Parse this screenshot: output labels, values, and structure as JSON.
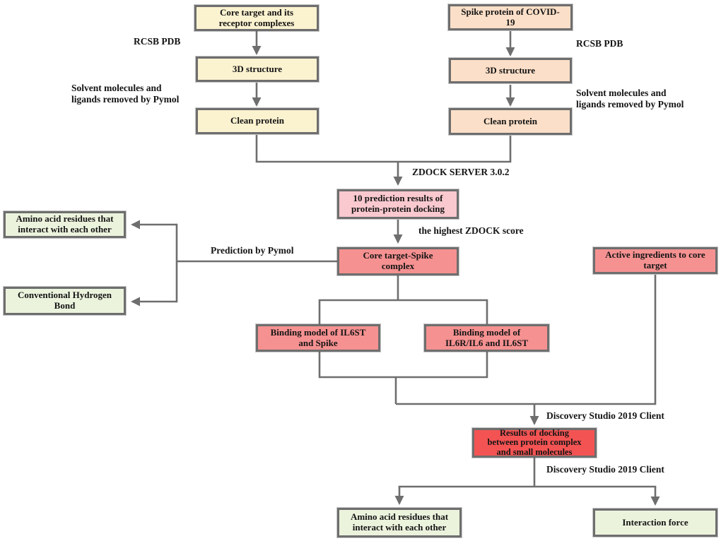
{
  "diagram": {
    "boxes": {
      "core_target_receptor": "Core target and its\nreceptor complexes",
      "spike_protein": "Spike protein of COVID-\n19",
      "structure_3d_left": "3D structure",
      "structure_3d_right": "3D structure",
      "clean_protein_left": "Clean protein",
      "clean_protein_right": "Clean protein",
      "prediction_results": "10 prediction results of\nprotein-protein docking",
      "core_target_spike_complex": "Core target-Spike\ncomplex",
      "amino_acid_residues_top": "Amino acid residues that\ninteract with each other",
      "conventional_hydrogen_bond": "Conventional Hydrogen\nBond",
      "active_ingredients": "Active ingredients to core\ntarget",
      "binding_model_il6st_spike": "Binding model of IL6ST\nand Spike",
      "binding_model_il6r_il6_il6st": "Binding model of\nIL6R/IL6 and IL6ST",
      "results_of_docking": "Results of docking\nbetween protein complex\nand small molecules",
      "amino_acid_residues_bottom": "Amino acid residues that\ninteract with each other",
      "interaction_force": "Interaction force"
    },
    "labels": {
      "rcsb_pdb_left": "RCSB PDB",
      "rcsb_pdb_right": "RCSB PDB",
      "solvent_left": "Solvent molecules and\nligands removed by Pymol",
      "solvent_right": "Solvent molecules and\nligands removed by Pymol",
      "zdock_server": "ZDOCK SERVER 3.0.2",
      "highest_zdock_score": "the highest ZDOCK score",
      "prediction_by_pymol": "Prediction by Pymol",
      "discovery_studio_1": "Discovery Studio 2019 Client",
      "discovery_studio_2": "Discovery Studio 2019 Client"
    },
    "colors": {
      "cream": "#fbf2d0",
      "peach": "#fcdfc8",
      "pink": "#f9c9cf",
      "salmon": "#f69191",
      "red": "#f45353",
      "green": "#ebf3dd",
      "border_gray": "#6e6e6e"
    }
  }
}
